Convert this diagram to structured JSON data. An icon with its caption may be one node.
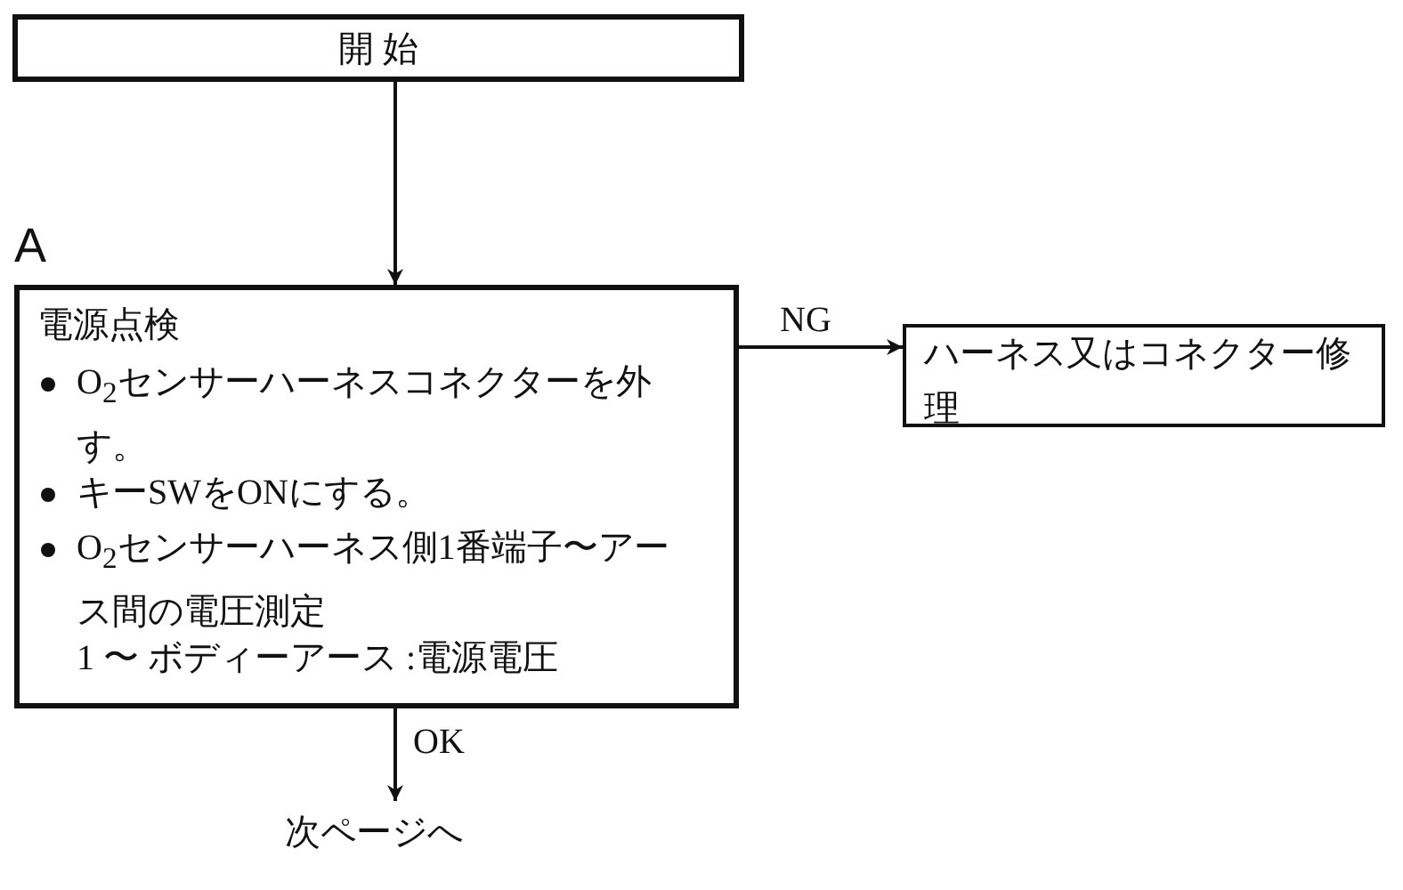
{
  "diagram": {
    "nodes": [
      {
        "text": [
          "開 始"
        ]
      },
      {
        "text": [
          "電源点検",
          "O$_{2}$センサーハーネスコネクターを外す。",
          "キーSWをONにする。",
          "O$_{2}$センサーハーネス側1番端子〜アース間の電圧測定",
          "1 〜 ボディーアース :電源電圧"
        ]
      },
      {
        "text": [
          "ハーネス又はコネクター修理"
        ]
      },
      {
        "text": [
          "次ページへ"
        ]
      }
    ],
    "edges": [
      {
        "from": 0,
        "to": 1,
        "arrow": "to"
      },
      {
        "from": 1,
        "to": 2,
        "arrow": "to",
        "label": "NG"
      },
      {
        "from": 1,
        "to": 3,
        "arrow": "to",
        "label": "OK"
      }
    ],
    "labels": [
      "A"
    ]
  }
}
